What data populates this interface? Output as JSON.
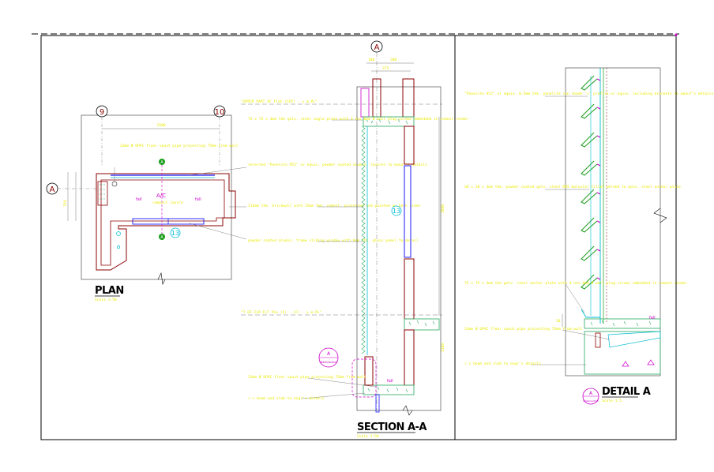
{
  "plan": {
    "title": "PLAN",
    "scale": "Scale 1:50",
    "grid_9": "9",
    "grid_10": "10",
    "grid_a": "A",
    "callout_ac": "A/C",
    "ac_note": "compact louvre",
    "fall_1": "fall",
    "fall_2": "fall",
    "marker_13": "13",
    "marker_a1": "A",
    "marker_a2": "A",
    "note_pipe": "32mm Ø UPVC floor spout pipe projecting 75mm from wall",
    "note_louvre": "selected \"Panelite 952\" or equiv. powder coated alumin. louvres to manuf's details",
    "note_wall": "112mm thk. brickwall with 15mm thk. cement, plastered and painted on both sides",
    "note_window": "powder coated alumin. frame sliding window with 6mm thk. glass panel to detail",
    "dim_top": "1500",
    "dim_left": "750"
  },
  "section": {
    "title": "SECTION A-A",
    "scale": "Scale 1:50",
    "grid_a": "A",
    "level_upper": "\"UPPER PART OF Flat (CUT) - ± m.PL\"",
    "level_lower": "\"T OF FLR FLT Pie (1) - (F) - ± m.PL\"",
    "note_steel": "75 x 75 x 3mm thk galv. steel angle plate with 4 nos 6mm Ø wall plug screws embedded in cement render",
    "note_pipe": "32mm Ø UPVC floor spout pipe projecting 75mm from wall",
    "note_beam": "r.c beam and slab to engr's details",
    "marker_13": "13",
    "fall": "fall",
    "callout_label": "A",
    "callout_sub": "detail/section",
    "dim_1": "100",
    "dim_2": "300",
    "dim_3": "375",
    "dim_4": "2800",
    "dim_5": "1100"
  },
  "detail": {
    "title": "DETAIL A",
    "scale": "Scale 1:5",
    "callout_label": "A",
    "callout_sub": "detail/section",
    "note_panelite": "\"Panelite 952\" or equiv. 0.5mm thk. panelite sun shade 'z' profile or equiv. including brackets to manuf's details",
    "note_rhs": "30 x 20 x 3mm thk. powder coated galv. steel RHS baluster fillet welded to galv. steel anchor plate",
    "note_angle": "75 x 75 x 3mm thk galv. steel anchor plate with 4 nos 6mm Ø wall plug screws embedded in cement render",
    "note_pipe": "32mm Ø UPVC floor spout pipe projecting 75mm from wall",
    "note_beam": "r.c beam and slab to engr's details",
    "fall": "fall",
    "dim": "20"
  }
}
